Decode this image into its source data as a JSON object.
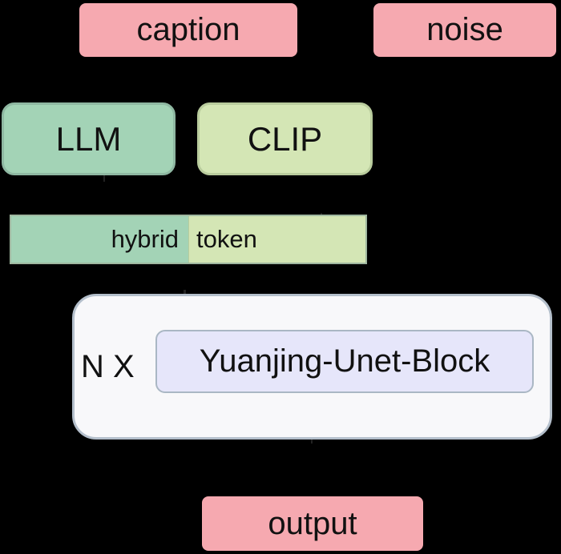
{
  "inputs": {
    "caption_label": "caption",
    "noise_label": "noise"
  },
  "encoders": {
    "llm_label": "LLM",
    "clip_label": "CLIP"
  },
  "hybrid_token": {
    "left_text": "hybrid",
    "right_text": "token"
  },
  "unet": {
    "repeat_label": "N X",
    "block_label": "Yuanjing-Unet-Block"
  },
  "output_label": "output",
  "colors": {
    "background": "#000000",
    "input_output_fill": "#f6a9b0",
    "llm_fill": "#a3d3b6",
    "clip_fill": "#d4e6b5",
    "unet_container_fill": "#f8f8fa",
    "unet_block_fill": "#e6e6fa"
  }
}
